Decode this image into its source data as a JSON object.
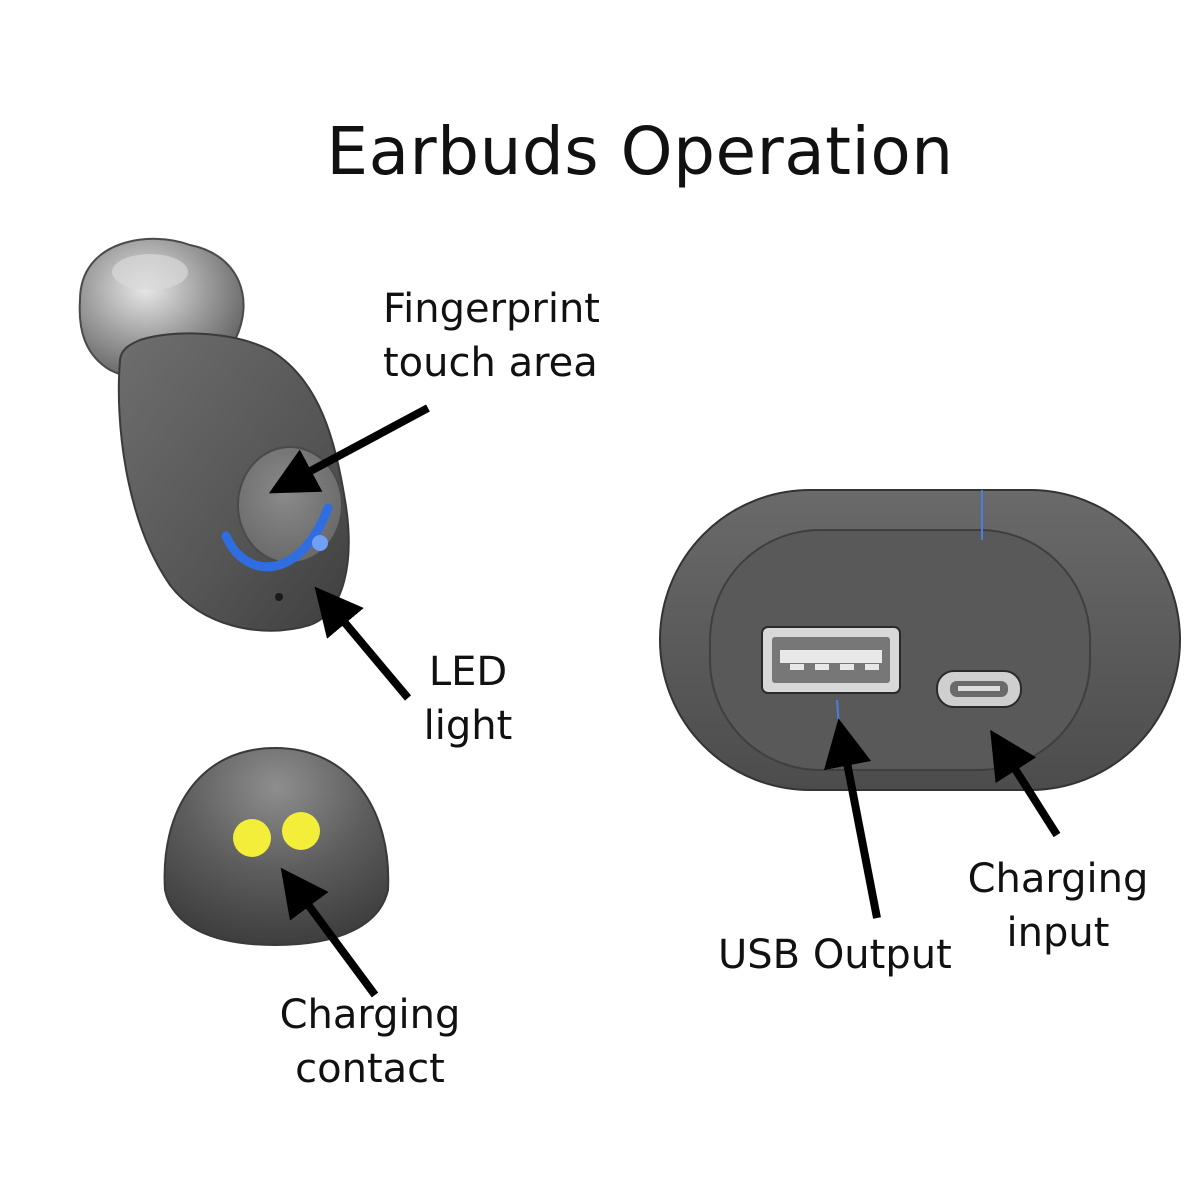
{
  "title": "Earbuds Operation",
  "labels": {
    "fingerprint": [
      "Fingerprint",
      "touch area"
    ],
    "led": [
      "LED",
      "light"
    ],
    "charging_contact": [
      "Charging",
      "contact"
    ],
    "usb_output": "USB Output",
    "charging_input": [
      "Charging",
      "input"
    ]
  },
  "colors": {
    "body": "#5b5b5b",
    "led": "#2f6de0",
    "contact": "#f2ee3a",
    "arrow": "#000000"
  }
}
